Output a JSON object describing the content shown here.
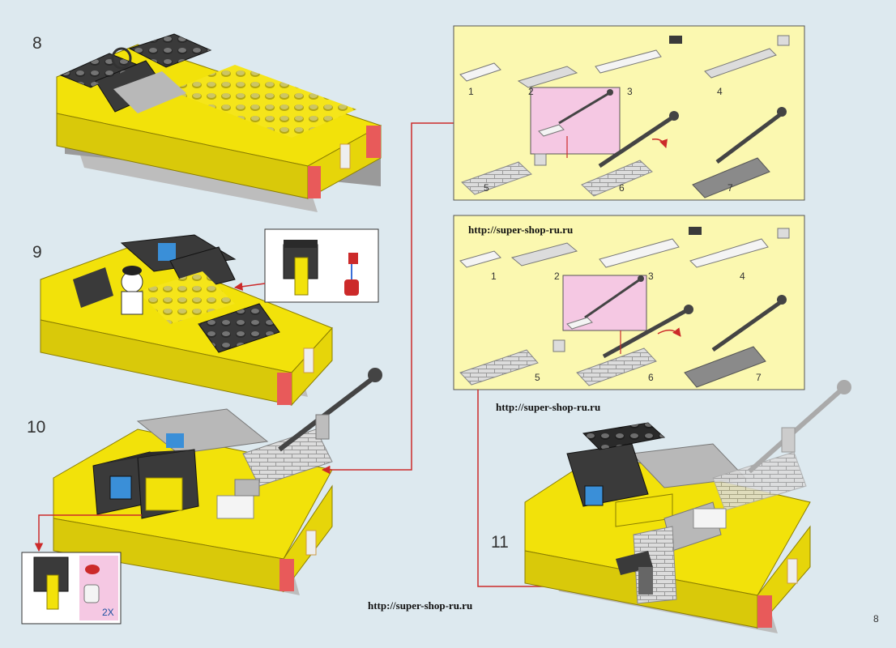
{
  "page_number": "8",
  "steps": {
    "s8": "8",
    "s9": "9",
    "s10": "10",
    "s11": "11"
  },
  "callout10_qty": "2X",
  "subassembly_a": {
    "labels": [
      "1",
      "2",
      "3",
      "4",
      "5",
      "6",
      "7"
    ]
  },
  "subassembly_b": {
    "labels": [
      "1",
      "2",
      "3",
      "4",
      "5",
      "6",
      "7"
    ]
  },
  "watermarks": {
    "w1": "http://super-shop-ru.ru",
    "w2": "http://super-shop-ru.ru",
    "w3": "http://super-shop-ru.ru"
  },
  "colors": {
    "background": "#dde9ef",
    "panel_fill": "#fbf8b0",
    "panel_border": "#555555",
    "pink_inset": "#f5c8e3",
    "arrow": "#cc2a2a",
    "brick_yellow": "#f2e20a",
    "brick_dark": "#3a3a3a",
    "brick_grey": "#b8b8b8"
  }
}
